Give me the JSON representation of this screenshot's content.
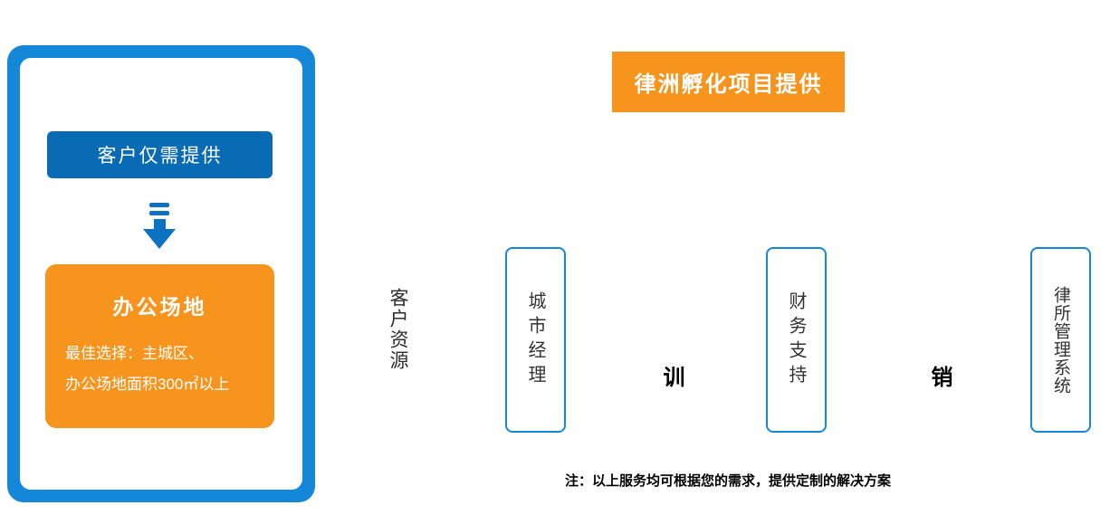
{
  "colors": {
    "orange": "#F7941E",
    "blue_frame": "#1587D8",
    "blue_header": "#0A6BB5",
    "blue_arrow": "#0E72C2",
    "text_dark": "#333333"
  },
  "left_card": {
    "header": "客户仅需提供",
    "office_title": "办公场地",
    "office_line1": "最佳选择：主城区、",
    "office_line2": "办公场地面积300㎡以上"
  },
  "banner": {
    "title": "律洲孵化项目提供"
  },
  "service_boxes": [
    {
      "label": "城市经理"
    },
    {
      "label": "财务支持"
    },
    {
      "label": "律所管理系统"
    }
  ],
  "floating_texts": [
    {
      "label": "客户资源"
    },
    {
      "label": "训"
    },
    {
      "label": "销"
    }
  ],
  "footnote": "注：以上服务均可根据您的需求，提供定制的解决方案"
}
